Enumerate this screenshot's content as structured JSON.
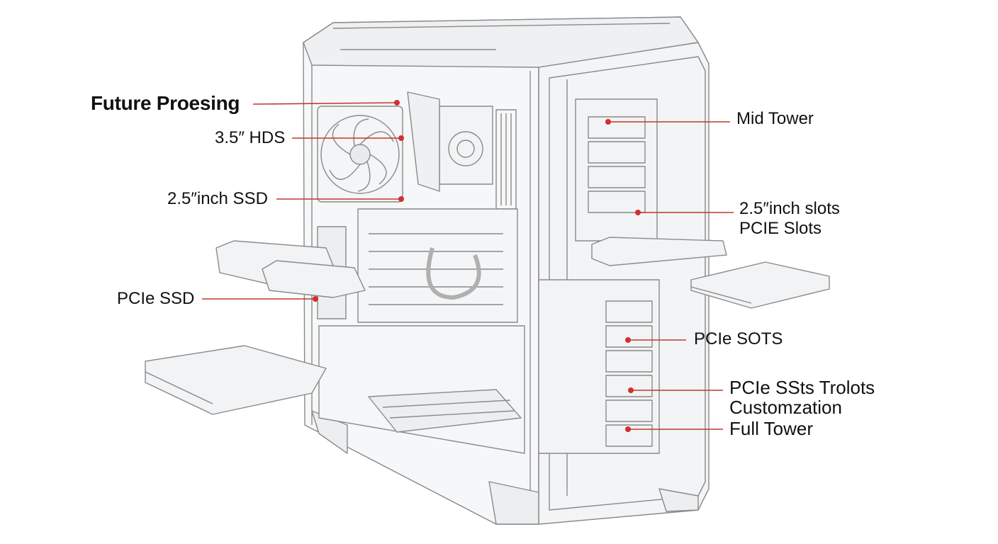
{
  "labels": {
    "future_processing": "Future Proesing",
    "hds_35": "3.5″ HDS",
    "ssd_25": "2.5″inch SSD",
    "pcie_ssd": "PCIe SSD",
    "mid_tower": "Mid Tower",
    "slots_25": "2.5″inch slots",
    "pcie_slots": "PCIE Slots",
    "pcie_sots": "PCIe SOTS",
    "pcie_ssts": "PCIe SSts Trolots",
    "customization": "Customzation",
    "full_tower": "Full Tower"
  },
  "colors": {
    "outline": "#8a8a8a",
    "glass": "#f1f3f5",
    "leader": "#c0392b",
    "dot": "#d32f2f"
  }
}
